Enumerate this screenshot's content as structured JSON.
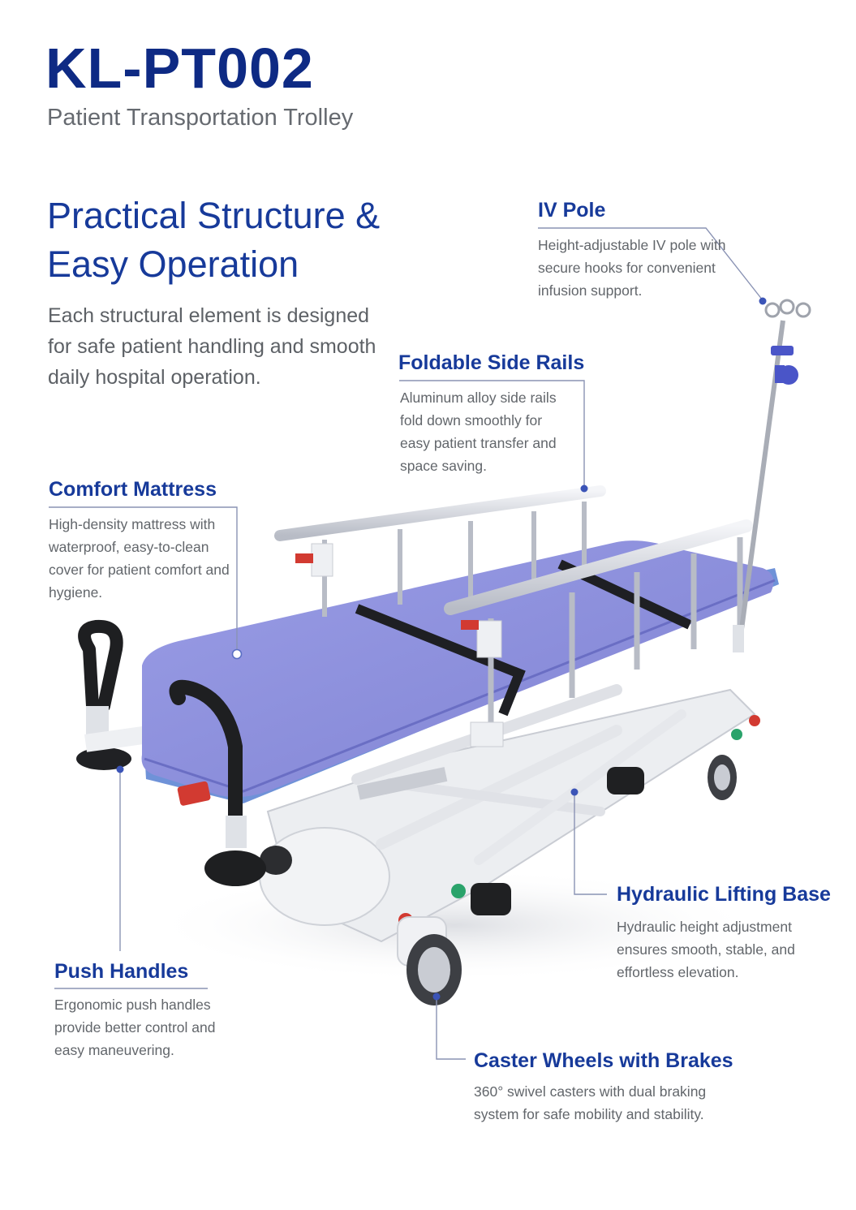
{
  "header": {
    "model": "KL-PT002",
    "subtitle": "Patient Transportation Trolley"
  },
  "intro": {
    "headline": "Practical Structure & Easy Operation",
    "body": "Each structural element is designed for safe patient handling and smooth daily hospital operation."
  },
  "features": {
    "iv_pole": {
      "title": "IV Pole",
      "desc": "Height-adjustable IV pole with secure hooks for convenient infusion support."
    },
    "side_rails": {
      "title": "Foldable Side Rails",
      "desc": "Aluminum alloy side rails fold down smoothly for easy patient transfer and space saving."
    },
    "mattress": {
      "title": "Comfort Mattress",
      "desc": "High-density mattress with waterproof, easy-to-clean cover for patient comfort and hygiene."
    },
    "hydraulic": {
      "title": "Hydraulic Lifting Base",
      "desc": "Hydraulic height adjustment ensures smooth, stable, and effortless elevation."
    },
    "push_handles": {
      "title": "Push Handles",
      "desc": "Ergonomic push handles provide better control and easy maneuvering."
    },
    "casters": {
      "title": "Caster Wheels with Brakes",
      "desc": "360° swivel casters with dual braking system for safe mobility and stability."
    }
  },
  "colors": {
    "brand_navy": "#0e2a84",
    "heading_blue": "#173a9a",
    "mattress_purple": "#8c8fdc",
    "callout_line": "#8a93b4"
  }
}
